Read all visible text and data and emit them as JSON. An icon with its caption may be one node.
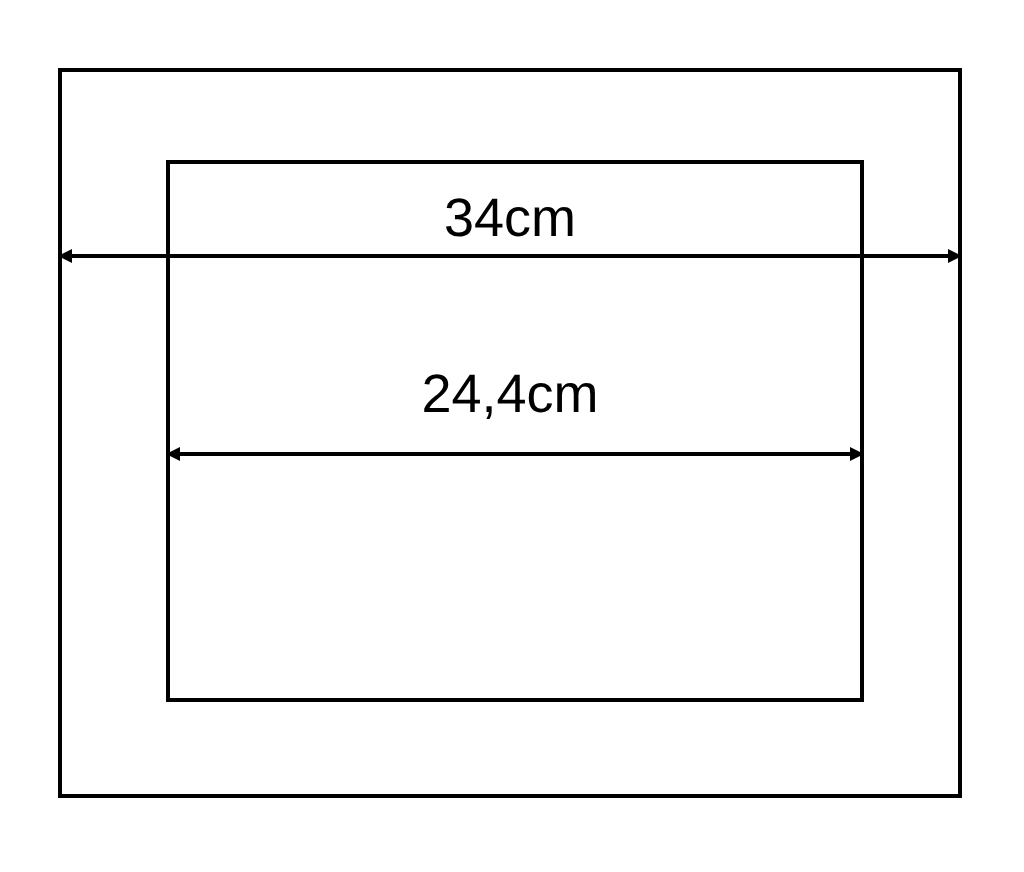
{
  "diagram": {
    "nodes": [
      {
        "text": [],
        "shape": "box"
      },
      {
        "text": [],
        "shape": "box",
        "in": 0
      }
    ],
    "labels": [
      "34cm",
      "24,4cm"
    ]
  }
}
